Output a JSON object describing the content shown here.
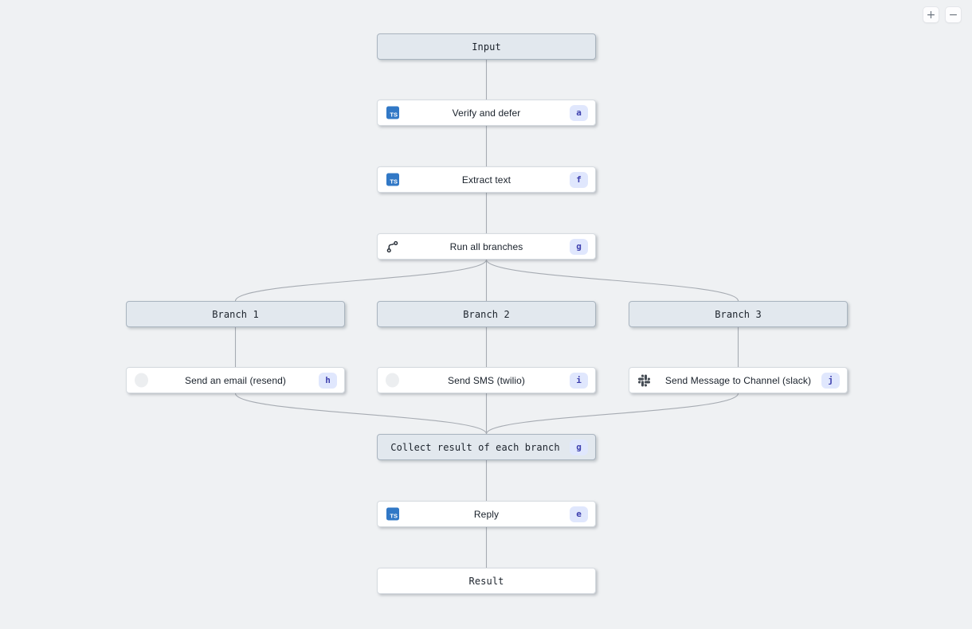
{
  "controls": {
    "zoom_in_label": "+",
    "zoom_out_label": "−"
  },
  "icons": {
    "typescript_label": "TS"
  },
  "colors": {
    "canvas_bg": "#eff1f3",
    "node_bg": "#ffffff",
    "header_node_bg": "#e2e8ee",
    "header_node_border": "#a9b4bf",
    "badge_bg": "#e0e7fd",
    "badge_text": "#3d3fae",
    "typescript_blue": "#3178c6",
    "edge": "#a6abb2"
  },
  "nodes": {
    "input": {
      "label": "Input"
    },
    "verify": {
      "label": "Verify and defer",
      "badge": "a",
      "icon": "typescript"
    },
    "extract": {
      "label": "Extract text",
      "badge": "f",
      "icon": "typescript"
    },
    "run_branches": {
      "label": "Run all branches",
      "badge": "g",
      "icon": "git-branch"
    },
    "branch1": {
      "label": "Branch 1"
    },
    "branch2": {
      "label": "Branch 2"
    },
    "branch3": {
      "label": "Branch 3"
    },
    "send_email": {
      "label": "Send an email (resend)",
      "badge": "h",
      "icon": "resend"
    },
    "send_sms": {
      "label": "Send SMS (twilio)",
      "badge": "i",
      "icon": "twilio"
    },
    "send_slack": {
      "label": "Send Message to Channel (slack)",
      "badge": "j",
      "icon": "slack"
    },
    "collect": {
      "label": "Collect result of each branch",
      "badge": "g"
    },
    "reply": {
      "label": "Reply",
      "badge": "e",
      "icon": "typescript"
    },
    "result": {
      "label": "Result"
    }
  }
}
